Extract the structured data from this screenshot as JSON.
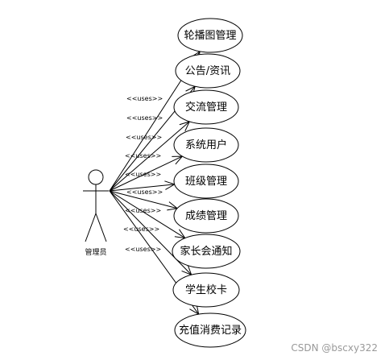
{
  "actor": {
    "label": "管理员"
  },
  "stereotype": "<<uses>>",
  "use_cases": [
    {
      "label": "轮播图管理"
    },
    {
      "label": "公告/资讯"
    },
    {
      "label": "交流管理"
    },
    {
      "label": "系统用户"
    },
    {
      "label": "班级管理"
    },
    {
      "label": "成绩管理"
    },
    {
      "label": "家长会通知"
    },
    {
      "label": "学生校卡"
    },
    {
      "label": "充值消费记录"
    }
  ],
  "watermark": "CSDN @bscxy322",
  "colors": {
    "stroke": "#000000",
    "background": "#ffffff",
    "watermark": "#999999"
  }
}
